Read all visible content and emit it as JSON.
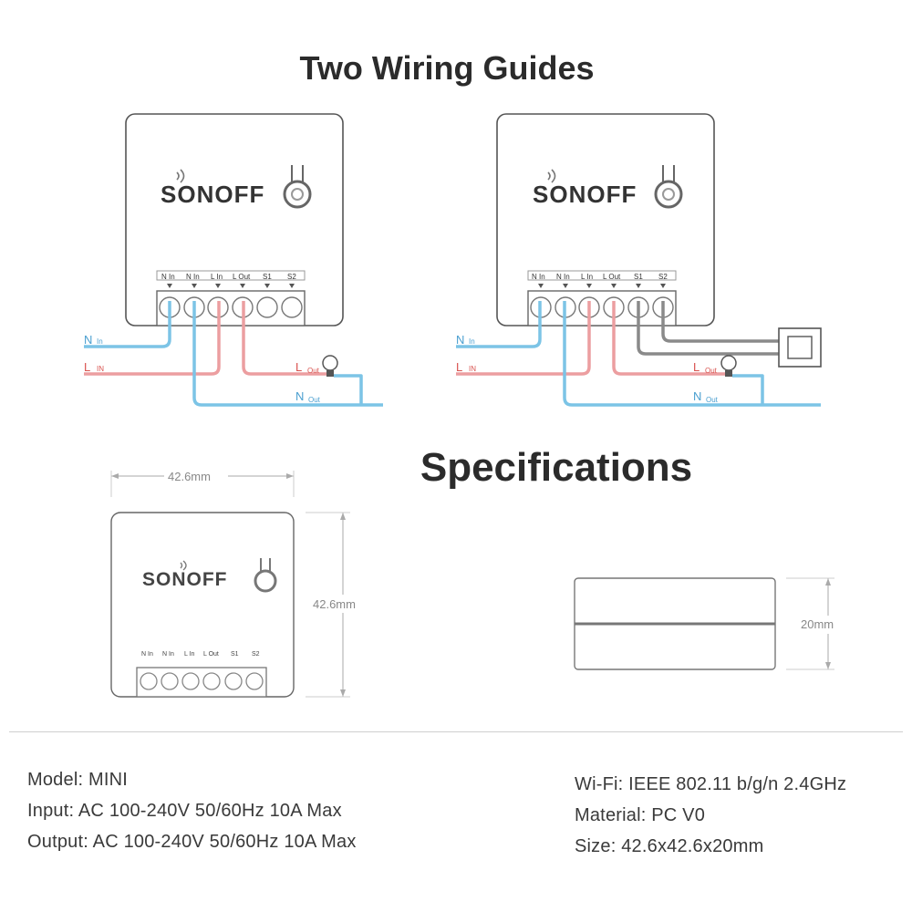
{
  "titles": {
    "wiring": "Two Wiring Guides",
    "specs": "Specifications"
  },
  "brand": "SONOFF",
  "terminals": [
    "N In",
    "N In",
    "L In",
    "L Out",
    "S1",
    "S2"
  ],
  "wire_labels": {
    "n_in_main": "N",
    "n_in_sub": "In",
    "l_in_main": "L",
    "l_in_sub": "IN",
    "l_out_main": "L",
    "l_out_sub": "Out",
    "n_out_main": "N",
    "n_out_sub": "Out"
  },
  "dimensions": {
    "width": "42.6mm",
    "height": "42.6mm",
    "depth": "20mm"
  },
  "specs_left": [
    "Model: MINI",
    "Input: AC 100-240V 50/60Hz 10A Max",
    "Output: AC 100-240V 50/60Hz 10A Max"
  ],
  "specs_right": [
    "Wi-Fi: IEEE 802.11 b/g/n 2.4GHz",
    "Material: PC V0",
    "Size: 42.6x42.6x20mm"
  ],
  "colors": {
    "neutral_wire": "#7cc4e6",
    "live_wire": "#ec9ea0",
    "switch_wire": "#8a8a8a",
    "outline": "#555555",
    "label_blue": "#4a9fd0",
    "label_red": "#d9534f"
  }
}
